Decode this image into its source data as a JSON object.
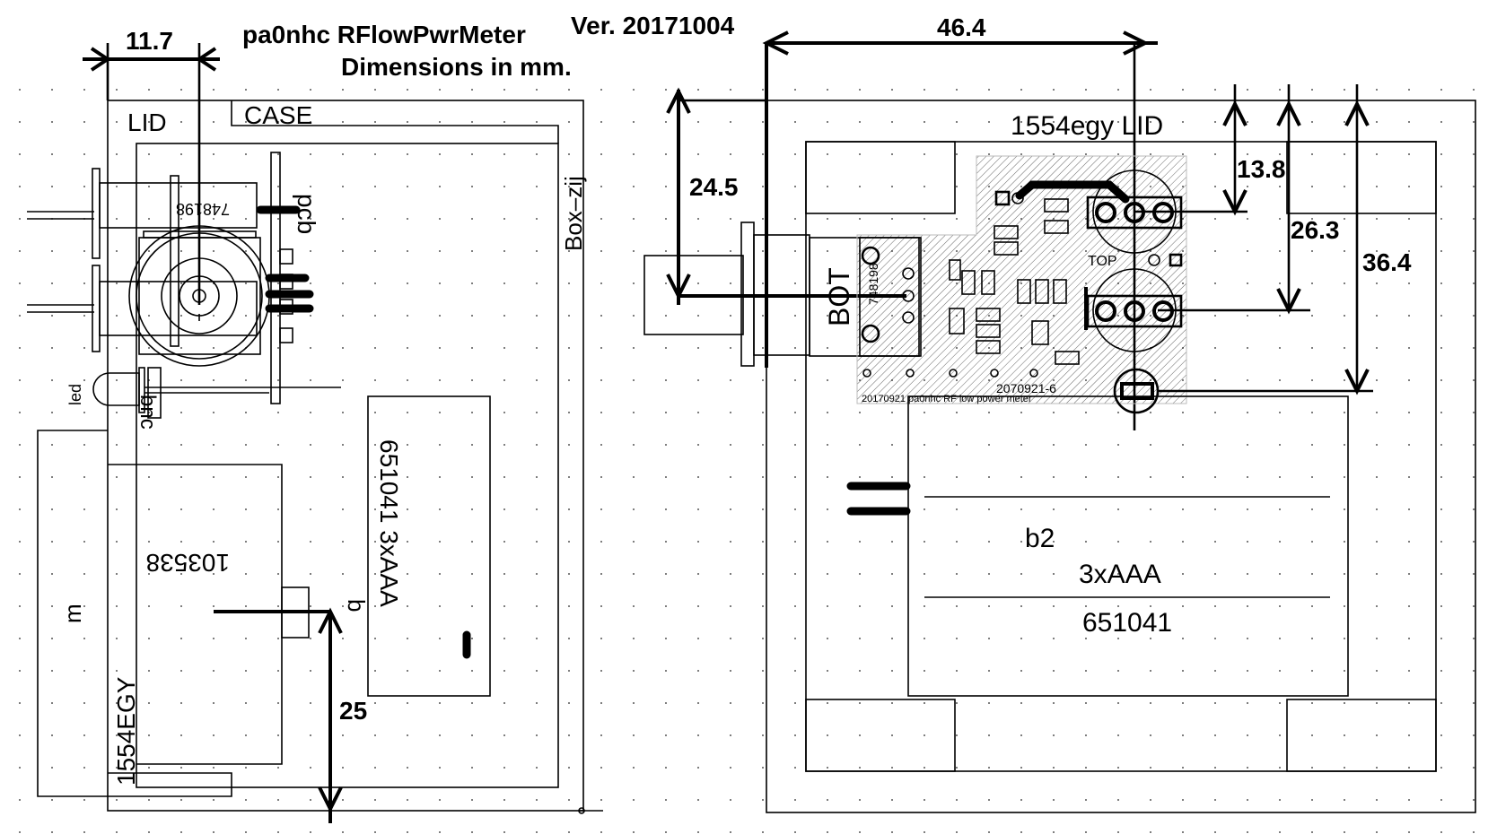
{
  "header": {
    "title": "pa0nhc RFlowPwrMeter",
    "version": "Ver. 20171004",
    "subtitle": "Dimensions in mm."
  },
  "side_view": {
    "dim_top": "11.7",
    "dim_bottom": "25",
    "label_lid": "LID",
    "label_case": "CASE",
    "label_box_side": "Box–zij",
    "label_pcb": "pcb",
    "label_led": "led",
    "label_bnc": "bnc",
    "label_connector": "748198",
    "label_battery": "651041 3xAAA",
    "label_switch": "103538",
    "label_b": "b",
    "label_m": "m",
    "label_case_model": "1554EGY"
  },
  "top_view": {
    "dim_width": "46.4",
    "dim_height_left": "24.5",
    "dim_right_1": "13.8",
    "dim_right_2": "26.3",
    "dim_right_3": "36.4",
    "label_lid": "1554egy  LID",
    "label_bot": "BOT",
    "label_top": "TOP",
    "label_connector": "748198",
    "label_pcb_ref": "2070921-6",
    "label_pcb_footer": "20170921 pa0nhc RF low power meter",
    "battery_ref": "b2",
    "battery_type": "3xAAA",
    "battery_part": "651041"
  }
}
